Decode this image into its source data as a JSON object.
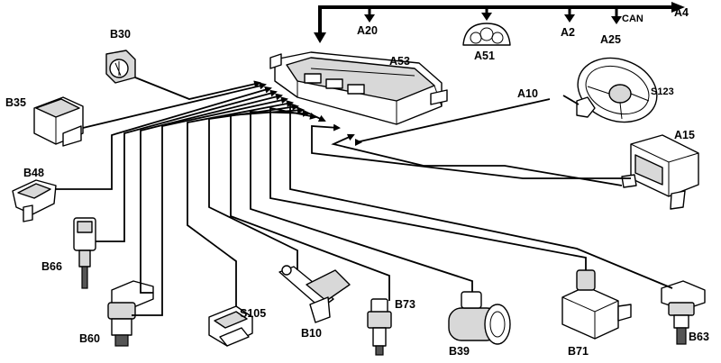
{
  "labels": {
    "a4": "A4",
    "can": "CAN",
    "a20": "A20",
    "a51": "A51",
    "a2": "A2",
    "a25": "A25",
    "a53": "A53",
    "a10": "A10",
    "s123": "S123",
    "a15": "A15",
    "b30": "B30",
    "b35": "B35",
    "b48": "B48",
    "b66": "B66",
    "b60": "B60",
    "s105": "S105",
    "b10": "B10",
    "b73": "B73",
    "b39": "B39",
    "b71": "B71",
    "b63": "B63"
  },
  "colors": {
    "line": "#000000",
    "background": "#ffffff",
    "part_fill": "#d8d8d8"
  }
}
